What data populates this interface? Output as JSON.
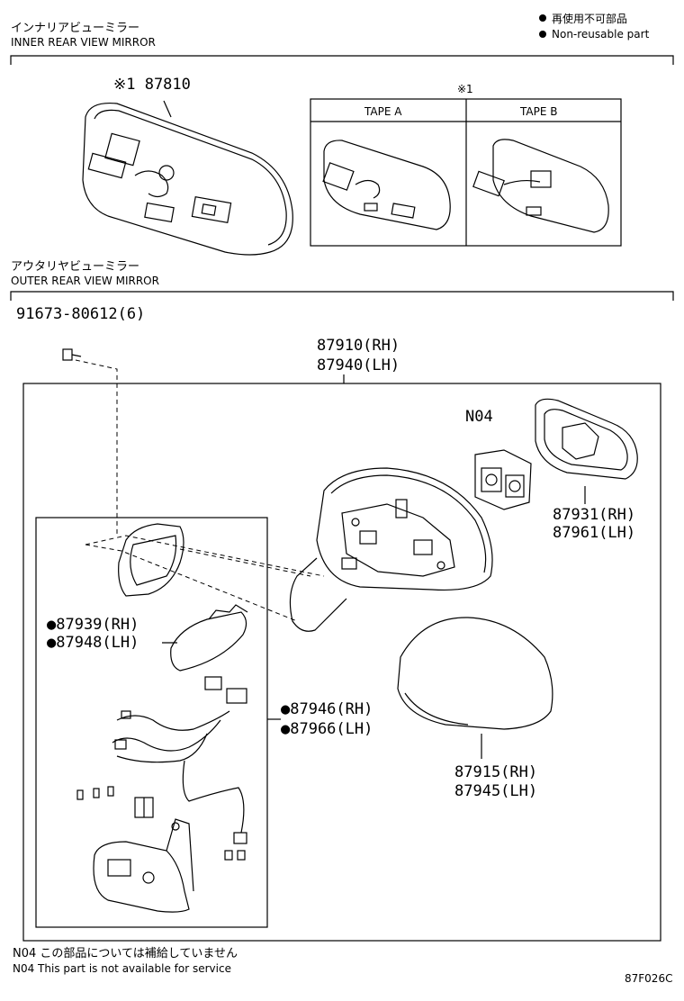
{
  "legend": {
    "bullet_jp": "再使用不可部品",
    "bullet_en": "Non-reusable part"
  },
  "inner": {
    "title_jp": "インナリアビューミラー",
    "title_en": "INNER REAR VIEW MIRROR",
    "part_label": "※1 87810",
    "note_ref": "※1",
    "tape_a": "TAPE A",
    "tape_b": "TAPE B"
  },
  "outer": {
    "title_jp": "アウタリヤビューミラー",
    "title_en": "OUTER REAR VIEW MIRROR",
    "screw": "91673-80612(6)",
    "assy_rh": "87910(RH)",
    "assy_lh": "87940(LH)",
    "n04": "N04",
    "glass_rh": "87931(RH)",
    "glass_lh": "87961(LH)",
    "lamp_rh": "●87939(RH)",
    "lamp_lh": "●87948(LH)",
    "harness_rh": "●87946(RH)",
    "harness_lh": "●87966(LH)",
    "cover_rh": "87915(RH)",
    "cover_lh": "87945(LH)"
  },
  "footer": {
    "note_jp": "N04 この部品については補給していません",
    "note_en": "N04 This part is not available for service",
    "code": "87F026C"
  }
}
